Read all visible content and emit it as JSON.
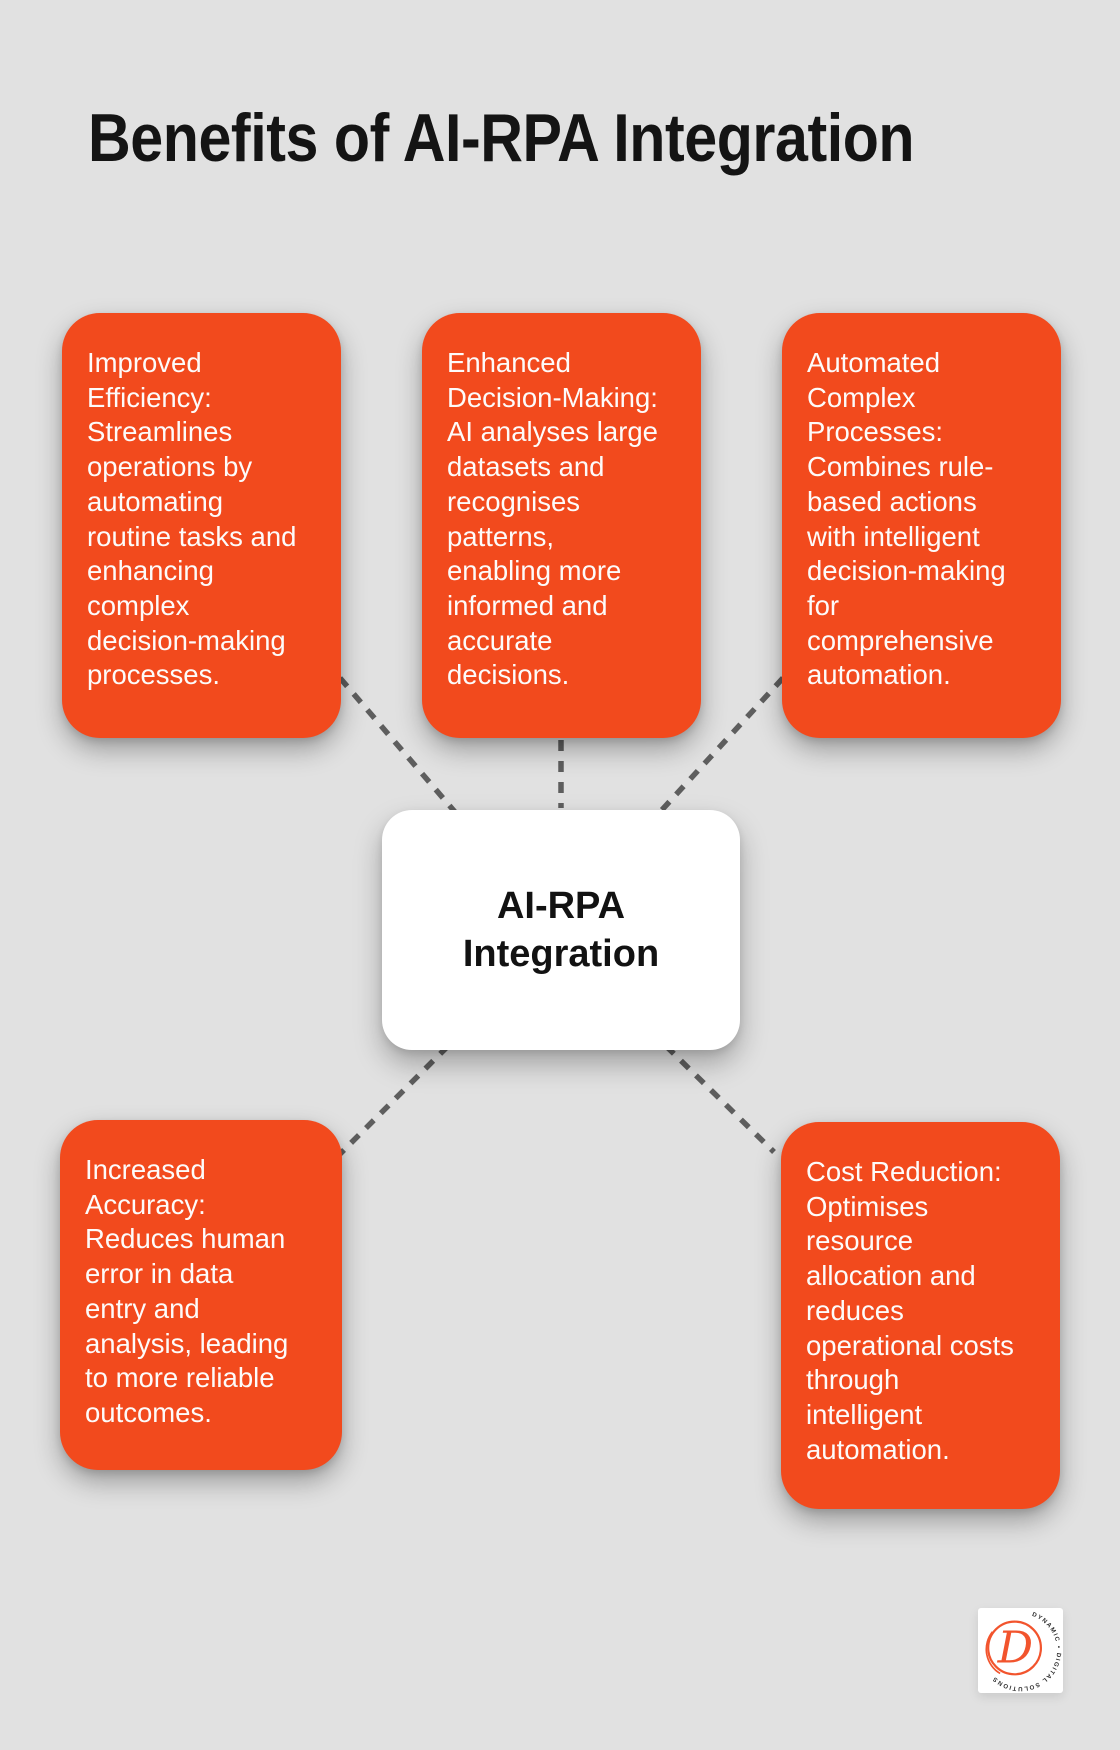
{
  "page": {
    "title": "Benefits of AI-RPA Integration",
    "background_color": "#e1e1e1",
    "accent_color": "#f24a1d",
    "connector_color": "#5e5e5e",
    "card_text_color": "#fdfbfa"
  },
  "center_node": {
    "label": "AI-RPA\nIntegration"
  },
  "benefits": [
    {
      "id": "improved-efficiency",
      "text": "Improved\nEfficiency:\nStreamlines\noperations by\nautomating\nroutine tasks and\nenhancing\ncomplex\ndecision-making\nprocesses."
    },
    {
      "id": "enhanced-decision-making",
      "text": "Enhanced\nDecision-Making:\nAI analyses large\ndatasets and\nrecognises\npatterns,\nenabling more\ninformed and\naccurate\ndecisions."
    },
    {
      "id": "automated-complex-processes",
      "text": "Automated\nComplex\nProcesses:\nCombines rule-\nbased actions\nwith intelligent\ndecision-making\nfor\ncomprehensive\nautomation."
    },
    {
      "id": "increased-accuracy",
      "text": "Increased\nAccuracy:\nReduces human\nerror in data\nentry and\nanalysis, leading\nto more reliable\noutcomes."
    },
    {
      "id": "cost-reduction",
      "text": "Cost Reduction:\nOptimises\nresource\nallocation and\nreduces\noperational costs\nthrough\nintelligent\nautomation."
    }
  ],
  "logo": {
    "monogram": "D",
    "ring_text": "DYNAMIC • DIGITAL SOLUTIONS"
  }
}
